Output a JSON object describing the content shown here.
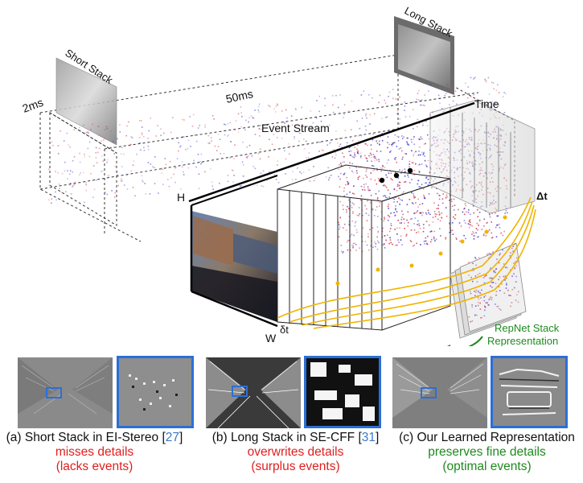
{
  "labels": {
    "short_stack": "Short Stack",
    "long_stack": "Long Stack",
    "t_2ms": "2ms",
    "t_50ms": "50ms",
    "event_stream": "Event Stream",
    "time_axis": "Time",
    "h_axis": "H",
    "w_axis": "W",
    "delta_small": "δt",
    "delta_big": "Δt",
    "repnet_line1": "RepNet Stack",
    "repnet_line2": "Representation"
  },
  "panels": [
    {
      "caption_prefix": "(a) Short Stack in EI-Stereo [",
      "ref": "27",
      "caption_suffix": "]",
      "line2": "misses details",
      "line3": "(lacks events)",
      "color": "#e02020"
    },
    {
      "caption_prefix": "(b) Long Stack in SE-CFF [",
      "ref": "31",
      "caption_suffix": "]",
      "line2": "overwrites details",
      "line3": "(surplus events)",
      "color": "#e02020"
    },
    {
      "caption_prefix": "(c) Our Learned Representation",
      "ref": "",
      "caption_suffix": "",
      "line2": "preserves fine details",
      "line3": "(optimal events)",
      "color": "#1f8a1f"
    }
  ],
  "colors": {
    "event_positive": "#d63a4a",
    "event_negative": "#3a3ad0",
    "path_yellow": "#f0b400",
    "highlight_blue": "#2b6fd6",
    "arrow_green": "#1f8a1f"
  }
}
